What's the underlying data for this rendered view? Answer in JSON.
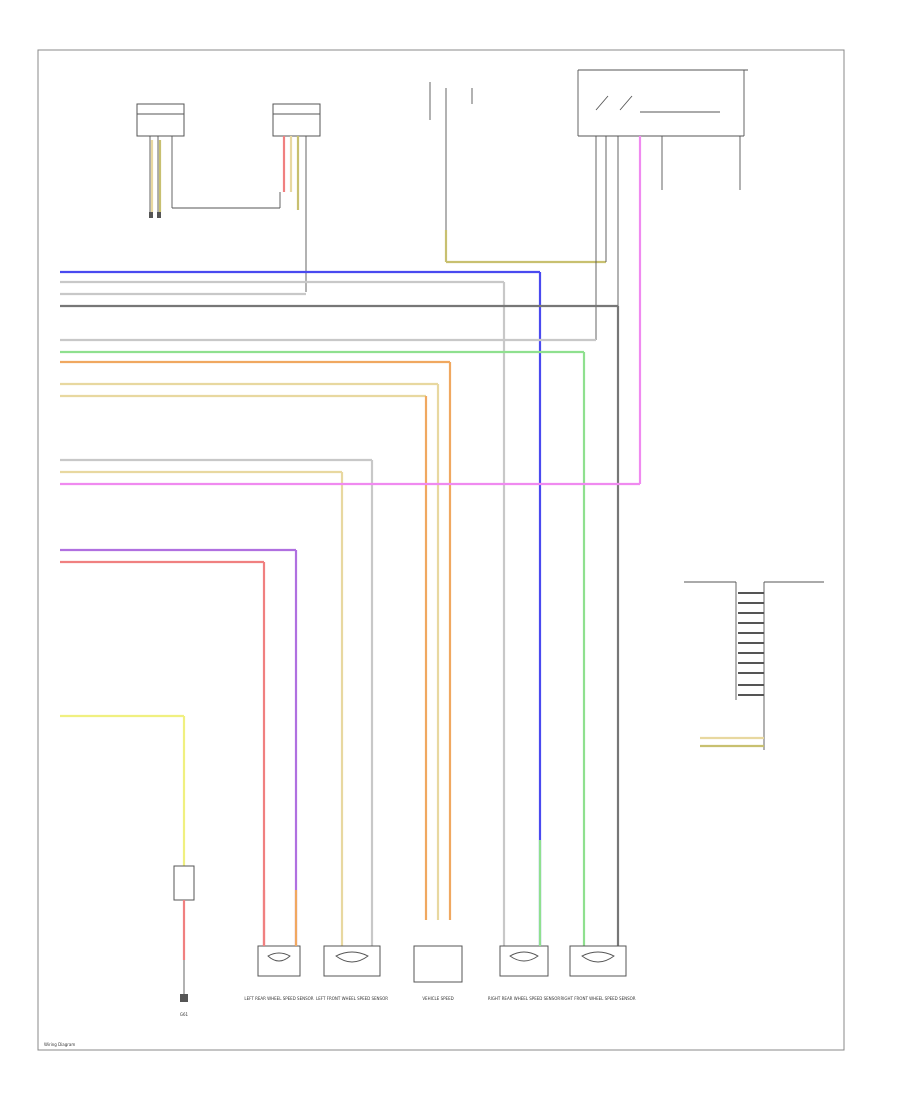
{
  "labels": {
    "left_rear_wheel_sensor": "LEFT REAR WHEEL SPEED SENSOR",
    "left_front_wheel_sensor": "LEFT FRONT WHEEL SPEED SENSOR",
    "center_component": "VEHICLE SPEED",
    "right_rear_wheel_sensor": "RIGHT REAR WHEEL SPEED SENSOR",
    "right_front_wheel_sensor": "RIGHT FRONT WHEEL SPEED SENSOR",
    "ground": "G61",
    "diagram_id": "Wiring Diagram"
  },
  "colors": {
    "blue": "#4a4af0",
    "gray": "#c8c8c8",
    "dark_gray": "#777777",
    "green": "#8fe08f",
    "orange": "#f0a860",
    "tan": "#e8d8a0",
    "pink": "#f08af0",
    "red": "#f08080",
    "violet": "#b070e0",
    "yellow": "#f0f080",
    "olive": "#c8c070"
  }
}
